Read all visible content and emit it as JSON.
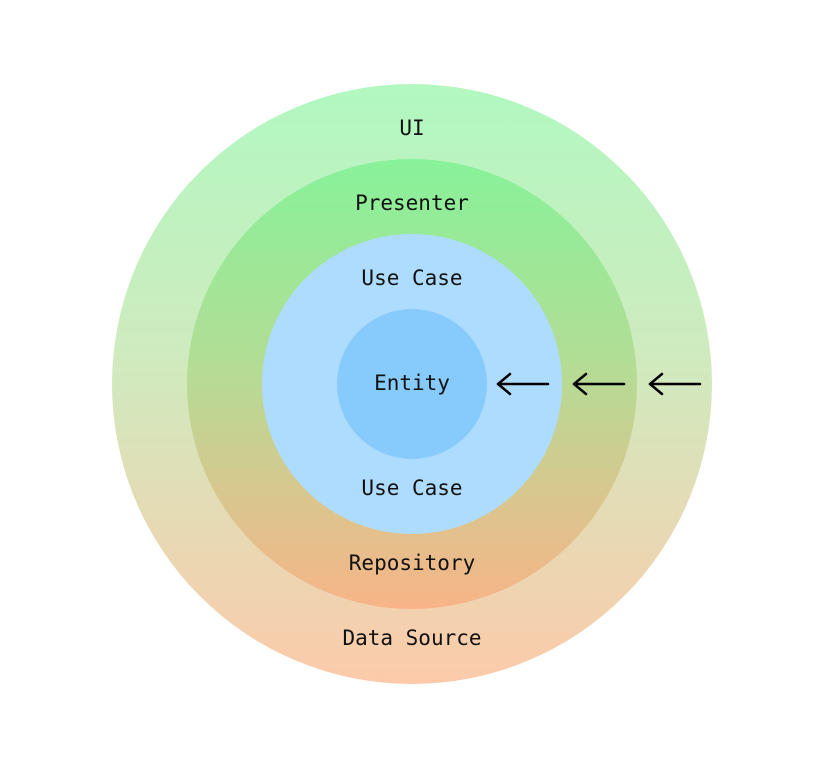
{
  "diagram": {
    "layers": [
      {
        "id": "ui",
        "label": "UI"
      },
      {
        "id": "presenter",
        "label": "Presenter"
      },
      {
        "id": "use-case-top",
        "label": "Use Case"
      },
      {
        "id": "entity",
        "label": "Entity"
      },
      {
        "id": "use-case-bottom",
        "label": "Use Case"
      },
      {
        "id": "repository",
        "label": "Repository"
      },
      {
        "id": "data-source",
        "label": "Data Source"
      }
    ],
    "colors": {
      "outer_top": "#b1f8c0",
      "outer_bottom": "#fccaaa",
      "middle_top": "#88f29a",
      "middle_bottom": "#f8b488",
      "inner": "#aedcff",
      "core": "#86cbfb",
      "arrow": "#000000"
    },
    "arrows": [
      {
        "name": "dependency-arrow-1",
        "direction": "left"
      },
      {
        "name": "dependency-arrow-2",
        "direction": "left"
      },
      {
        "name": "dependency-arrow-3",
        "direction": "left"
      }
    ]
  }
}
